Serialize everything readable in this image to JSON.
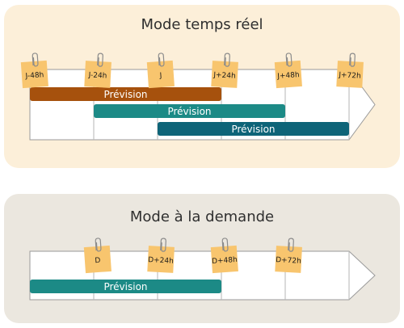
{
  "colors": {
    "panel_top_bg": "#fcefd9",
    "panel_bottom_bg": "#ebe7df",
    "note": "#f8c56e",
    "bar_brown": "#a6510d",
    "bar_teal": "#1c8a86",
    "bar_dark_teal": "#0e6478"
  },
  "realtime": {
    "title": "Mode temps réel",
    "notes": [
      "J-48h",
      "J-24h",
      "J",
      "J+24h",
      "J+48h",
      "J+72h"
    ],
    "bars": [
      {
        "label": "Prévision",
        "from": 0,
        "to": 3,
        "color": "bar_brown"
      },
      {
        "label": "Prévision",
        "from": 1,
        "to": 4,
        "color": "bar_teal"
      },
      {
        "label": "Prévision",
        "from": 2,
        "to": 5,
        "color": "bar_dark_teal"
      }
    ]
  },
  "ondemand": {
    "title": "Mode à la demande",
    "notes": [
      "D",
      "D+24h",
      "D+48h",
      "D+72h"
    ],
    "bars": [
      {
        "label": "Prévision",
        "from": 0,
        "to": 3,
        "color": "bar_teal"
      }
    ]
  }
}
